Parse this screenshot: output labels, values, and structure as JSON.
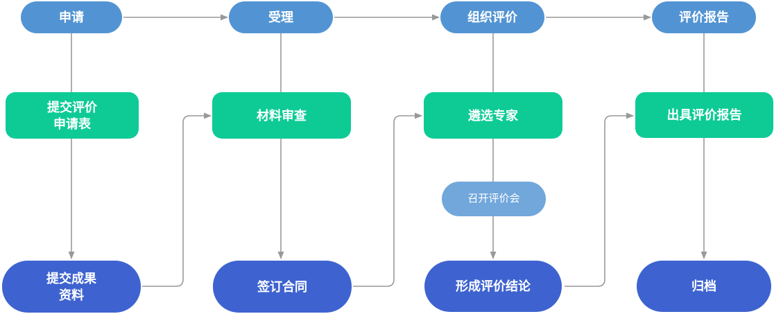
{
  "palette": {
    "stage_fill": "#5294d3",
    "meeting_fill": "#71a7db",
    "process_fill": "#0ecb96",
    "result_fill": "#3e63d0",
    "connector": "#999999",
    "label_text": "#ffffff",
    "background": "#ffffff"
  },
  "diagram": {
    "type": "flowchart",
    "stages": [
      {
        "label": "申请"
      },
      {
        "label": "受理"
      },
      {
        "label": "组织评价"
      },
      {
        "label": "评价报告"
      }
    ],
    "processes": [
      {
        "label": "提交评价\n申请表"
      },
      {
        "label": "材料审查"
      },
      {
        "label": "遴选专家"
      },
      {
        "label": "出具评价报告"
      }
    ],
    "meeting": {
      "label": "召开评价会"
    },
    "results": [
      {
        "label": "提交成果\n资料"
      },
      {
        "label": "签订合同"
      },
      {
        "label": "形成评价结论"
      },
      {
        "label": "归档"
      }
    ]
  }
}
